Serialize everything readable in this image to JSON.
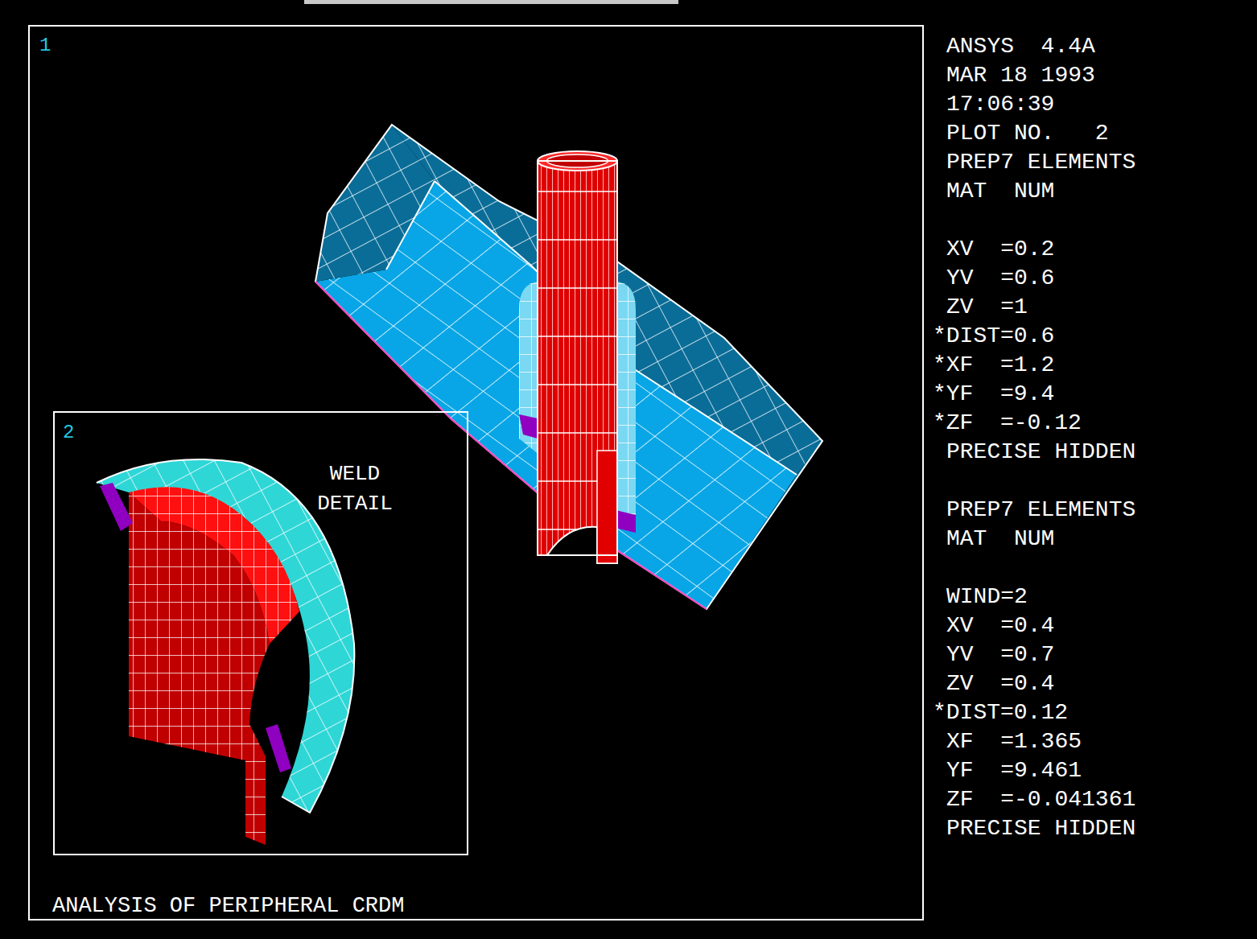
{
  "diagram": {
    "nodes": [
      {
        "text": [
          "1",
          "ANALYSIS OF PERIPHERAL CRDM"
        ]
      },
      {
        "text": [
          "2",
          "WELD DETAIL"
        ],
        "in": 0
      }
    ],
    "labels": [
      "ANSYS  4.4A",
      "MAR 18 1993",
      "17:06:39",
      "PLOT NO.   2",
      "PREP7 ELEMENTS",
      "MAT  NUM",
      "XV  =0.2",
      "YV  =0.6",
      "ZV  =1",
      "*DIST=0.6",
      "*XF  =1.2",
      "*YF  =9.4",
      "*ZF  =-0.12",
      "PRECISE HIDDEN",
      "PREP7 ELEMENTS",
      "MAT  NUM",
      "WIND=2",
      "XV  =0.4",
      "YV  =0.7",
      "ZV  =0.4",
      "*DIST=0.12",
      "XF  =1.365",
      "YF  =9.461",
      "ZF  =-0.041361",
      "PRECISE HIDDEN"
    ]
  }
}
